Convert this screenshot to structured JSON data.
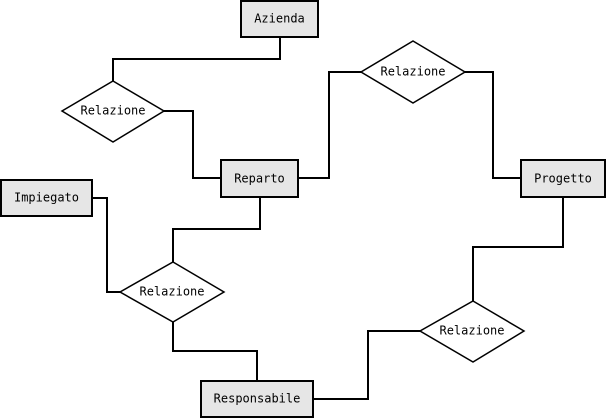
{
  "entities": {
    "azienda": "Azienda",
    "reparto": "Reparto",
    "progetto": "Progetto",
    "impiegato": "Impiegato",
    "responsabile": "Responsabile"
  },
  "relationships": {
    "azienda_reparto": "Relazione",
    "reparto_progetto": "Relazione",
    "impiegato_reparto_responsabile": "Relazione",
    "progetto_responsabile": "Relazione"
  },
  "colors": {
    "entity_fill": "#e6e6e6",
    "line": "#000000",
    "background": "#ffffff"
  }
}
